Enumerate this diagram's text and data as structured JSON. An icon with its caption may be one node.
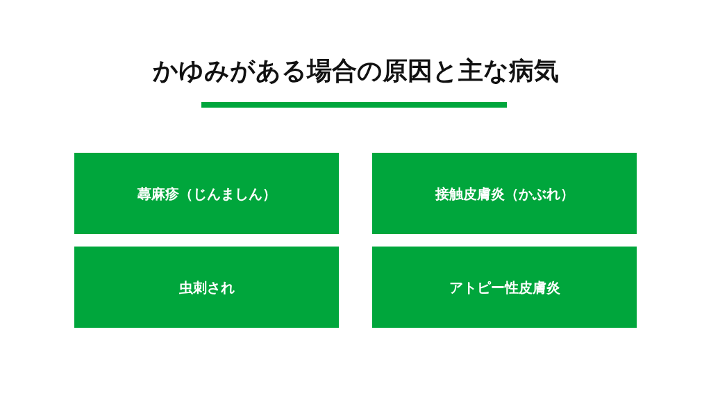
{
  "diagram": {
    "title": "かゆみがある場合の原因と主な病気",
    "nodes": [
      {
        "text": [
          "蕁麻疹（じんましん）"
        ]
      },
      {
        "text": [
          "接触皮膚炎（かぶれ）"
        ]
      },
      {
        "text": [
          "虫刺され"
        ]
      },
      {
        "text": [
          "アトピー性皮膚炎"
        ]
      }
    ]
  }
}
